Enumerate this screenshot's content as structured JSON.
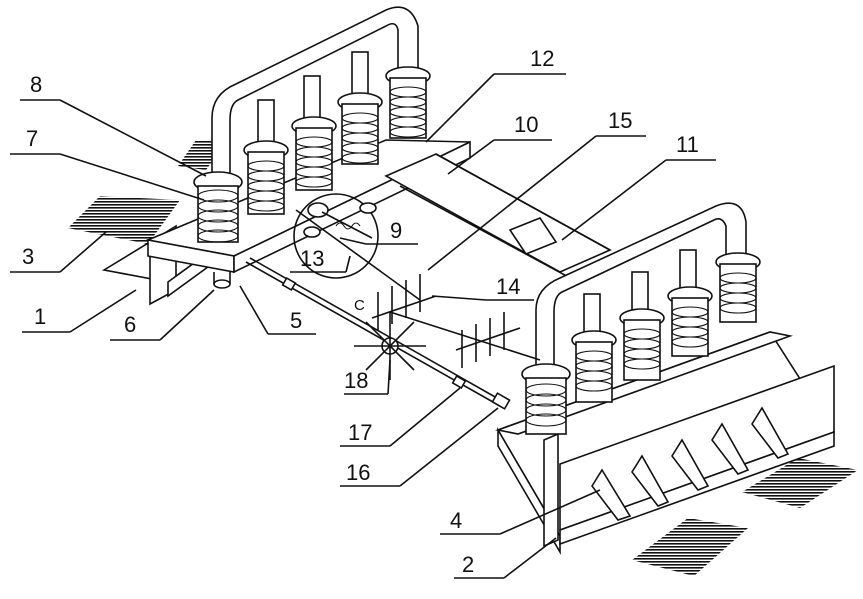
{
  "labels": {
    "l1": "1",
    "l2": "2",
    "l3": "3",
    "l4": "4",
    "l5": "5",
    "l6": "6",
    "l7": "7",
    "l8": "8",
    "l9": "9",
    "l10": "10",
    "l11": "11",
    "l12": "12",
    "l13": "13",
    "l14": "14",
    "l15": "15",
    "l16": "16",
    "l17": "17",
    "l18": "18",
    "c": "C"
  }
}
